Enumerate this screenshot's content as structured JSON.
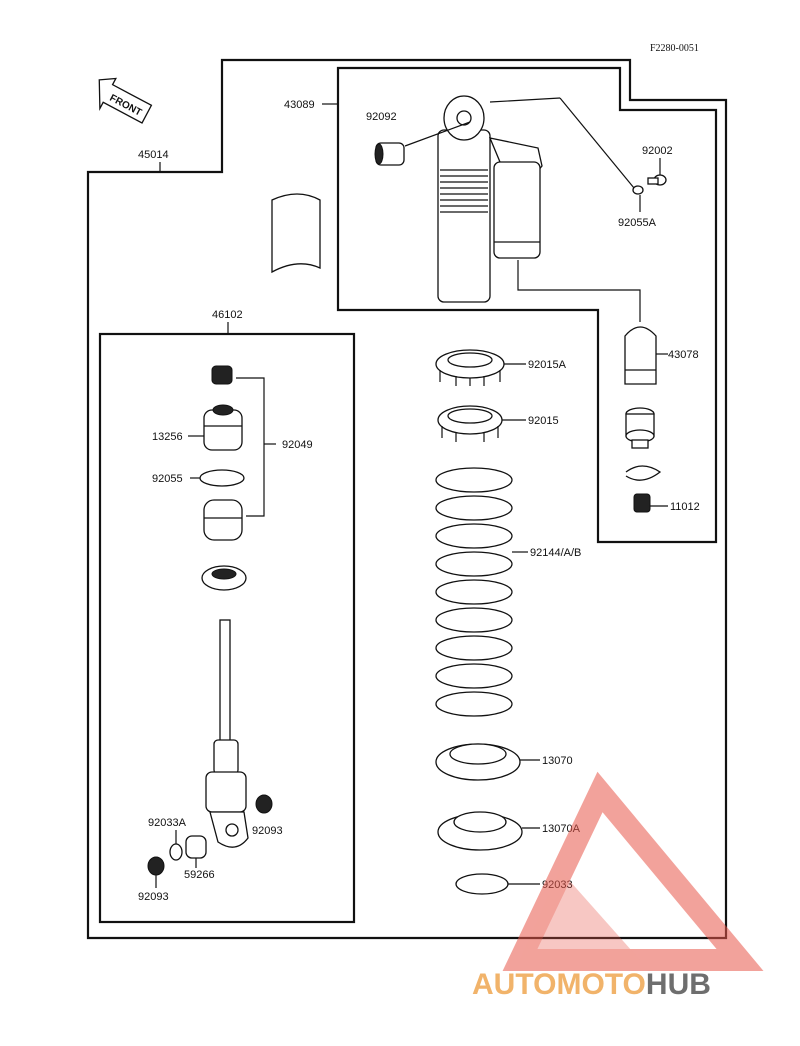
{
  "diagram": {
    "ref_code": "F2280-0051",
    "front_label": "FRONT",
    "labels": {
      "p43089": "43089",
      "p45014": "45014",
      "p92092": "92092",
      "p92002": "92002",
      "p92055A": "92055A",
      "p43078": "43078",
      "p11012": "11012",
      "p46102": "46102",
      "p13256": "13256",
      "p92049": "92049",
      "p92055": "92055",
      "p92015A": "92015A",
      "p92015": "92015",
      "p92144": "92144/A/B",
      "p13070": "13070",
      "p13070A": "13070A",
      "p92033": "92033",
      "p92033A": "92033A",
      "p92093a": "92093",
      "p59266": "59266",
      "p92093b": "92093"
    }
  },
  "watermark": {
    "brand_part1": "AUTOMOTO",
    "brand_part2": "HUB",
    "logo_color": "#e8574a"
  }
}
